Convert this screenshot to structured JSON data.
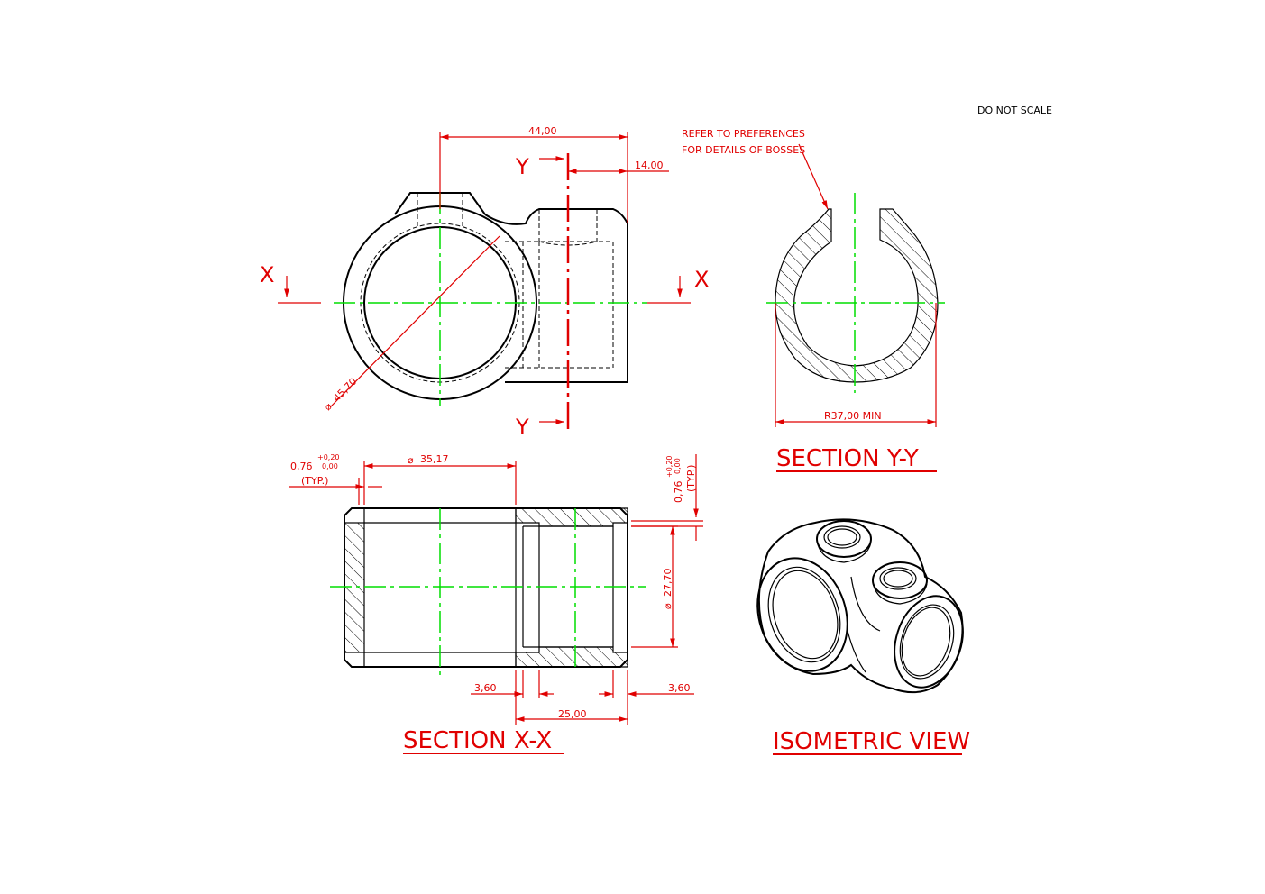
{
  "notes": {
    "do_not_scale": "DO NOT SCALE",
    "preferences_line1": "REFER TO PREFERENCES",
    "preferences_line2": "FOR DETAILS OF BOSSES"
  },
  "section_markers": {
    "x": "X",
    "y": "Y"
  },
  "dimensions": {
    "overall_width": "44,00",
    "boss_offset": "14,00",
    "outer_diameter": "45,70",
    "radius_min": "R37,00 MIN",
    "bore_diameter": "35,17",
    "lip_left": "0,76",
    "lip_right": "0,76",
    "tol_plus": "+0,20",
    "tol_zero": "0,00",
    "typ": "(TYP.)",
    "inner_diameter": "27,70",
    "wall_left": "3,60",
    "wall_right": "3,60",
    "branch_length": "25,00"
  },
  "views": {
    "section_yy": "SECTION Y-Y",
    "section_xx": "SECTION X-X",
    "isometric": "ISOMETRIC VIEW"
  },
  "colors": {
    "dimension": "#e00000",
    "centerline": "#00dd00",
    "geometry": "#000000"
  }
}
